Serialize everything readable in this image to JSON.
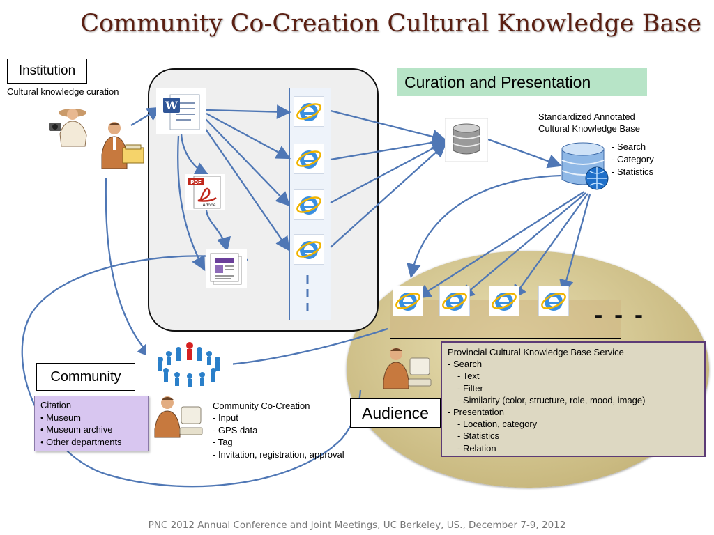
{
  "title": "Community Co-Creation Cultural Knowledge Base",
  "institution": {
    "label": "Institution",
    "subtitle": "Cultural knowledge curation"
  },
  "curation": {
    "label": "Curation and Presentation",
    "kb_label_line1": "Standardized Annotated",
    "kb_label_line2": "Cultural Knowledge Base",
    "features": [
      "- Search",
      "- Category",
      "- Statistics"
    ]
  },
  "portal": {
    "more": "- - -"
  },
  "service": {
    "title": "Provincial Cultural Knowledge Base Service",
    "lines": [
      "- Search",
      "- Text",
      "- Filter",
      "- Similarity (color, structure, role, mood, image)",
      "- Presentation",
      "- Location, category",
      "- Statistics",
      "- Relation"
    ]
  },
  "audience": {
    "label": "Audience"
  },
  "community": {
    "label": "Community",
    "citation": {
      "title": "Citation",
      "items": [
        "• Museum",
        "• Museum archive",
        "• Other departments"
      ]
    },
    "cocreation": {
      "title": "Community Co-Creation",
      "items": [
        "- Input",
        "- GPS data",
        "- Tag",
        "- Invitation, registration, approval"
      ]
    }
  },
  "footer": "PNC 2012 Annual Conference and Joint Meetings, UC Berkeley, US., December 7-9, 2012",
  "icons": {
    "doc": "word-document-icon",
    "pdf": "pdf-document-icon",
    "news": "newspaper-icon",
    "web": "internet-explorer-icon",
    "db": "database-icon",
    "kb": "globe-database-icon",
    "people": "people-crowd-icon",
    "person": "person-at-computer-icon"
  },
  "colors": {
    "title": "#5a1f12",
    "arrow": "#4f77b5",
    "curation_bg": "#b7e4c7",
    "citation_bg": "#d8c6f0",
    "service_border": "#5c3b76",
    "audience_fill": "#c9b980"
  }
}
